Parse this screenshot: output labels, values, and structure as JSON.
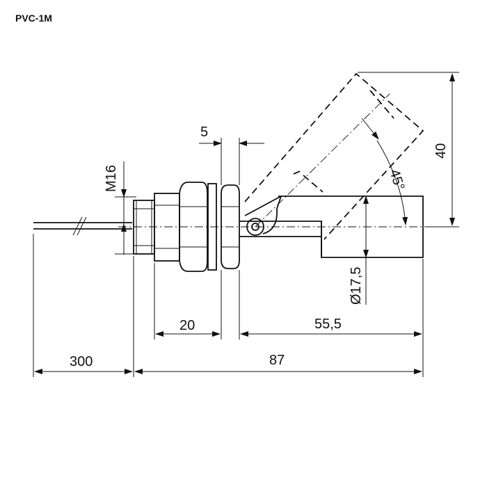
{
  "title": "PVC-1M",
  "dimensions": {
    "cable_length": "300",
    "total_length": "87",
    "body_length": "20",
    "float_length": "55,5",
    "nut_width": "5",
    "height": "40",
    "thread": "M16",
    "float_diameter": "Ø17,5",
    "angle": "45°"
  }
}
